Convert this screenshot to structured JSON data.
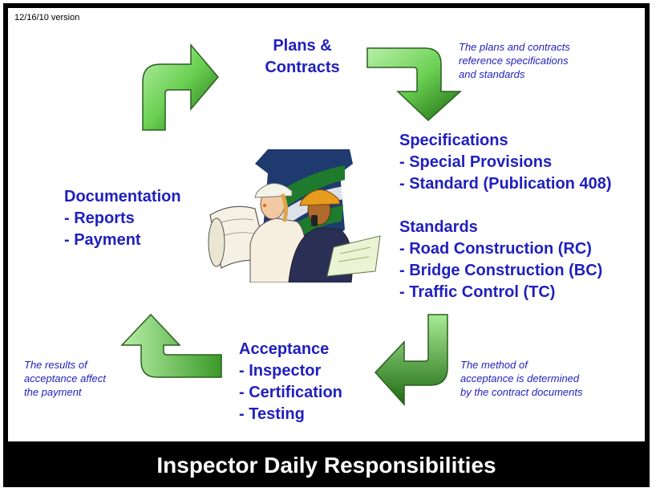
{
  "version": "12/16/10 version",
  "footer_title": "Inspector Daily Responsibilities",
  "plans": {
    "line1": "Plans &",
    "line2": "Contracts"
  },
  "note_plans": [
    "The plans and contracts",
    "reference specifications",
    "and standards"
  ],
  "specifications": {
    "title": "Specifications",
    "items": [
      "- Special Provisions",
      "- Standard (Publication 408)"
    ]
  },
  "standards": {
    "title": "Standards",
    "items": [
      "- Road Construction (RC)",
      "- Bridge Construction (BC)",
      "- Traffic Control (TC)"
    ]
  },
  "acceptance": {
    "title": "Acceptance",
    "items": [
      "- Inspector",
      "- Certification",
      "- Testing"
    ]
  },
  "documentation": {
    "title": "Documentation",
    "items": [
      "- Reports",
      "- Payment"
    ]
  },
  "note_acceptance": [
    "The method of",
    "acceptance is determined",
    "by the contract documents"
  ],
  "note_results": [
    "The results of",
    "acceptance affect",
    "the payment"
  ],
  "colors": {
    "text_blue": "#1f1fbf",
    "arrow_light": "#8fe07a",
    "arrow_dark": "#1f6b12",
    "keystone_green": "#1e7a2d",
    "keystone_blue": "#1e3a6e"
  }
}
